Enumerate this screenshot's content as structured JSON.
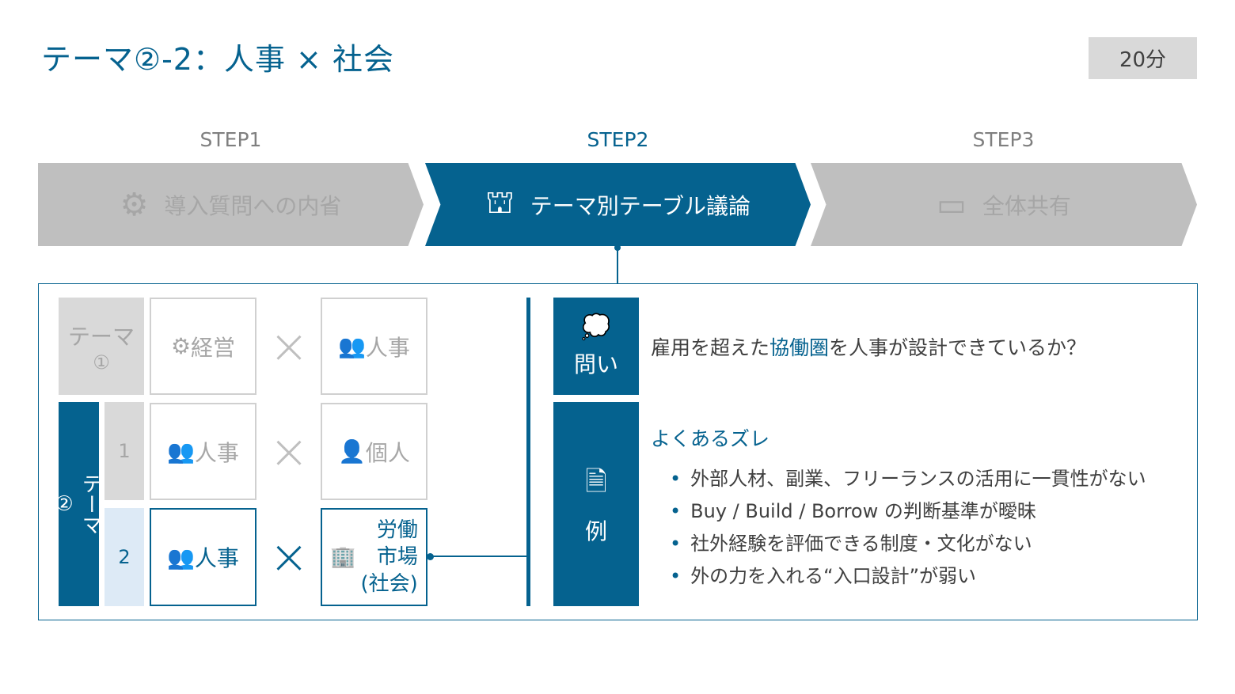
{
  "title": "テーマ②-2：人事 × 社会",
  "time_badge": "20分",
  "steps": [
    {
      "label": "STEP1",
      "text": "導入質問への内省",
      "icon": "head-gears-icon"
    },
    {
      "label": "STEP2",
      "text": "テーマ別テーブル議論",
      "icon": "table-discussion-icon"
    },
    {
      "label": "STEP3",
      "text": "全体共有",
      "icon": "presentation-icon"
    }
  ],
  "themes": {
    "theme1": {
      "label": "テーマ",
      "num": "①",
      "left": "経営",
      "right": "人事"
    },
    "theme2": {
      "label": "テーマ",
      "num": "②",
      "rows": [
        {
          "num": "1",
          "left": "人事",
          "right": "個人"
        },
        {
          "num": "2",
          "left": "人事",
          "right_lines": [
            "労働",
            "市場",
            "(社会)"
          ]
        }
      ]
    },
    "cross": "×"
  },
  "question": {
    "label": "問い",
    "pre": "雇用を超えた",
    "highlight": "協働圏",
    "post": "を人事が設計できているか？"
  },
  "example": {
    "label": "例",
    "heading": "よくあるズレ",
    "items": [
      "外部人材、副業、フリーランスの活用に一貫性がない",
      "Buy / Build / Borrow の判断基準が曖昧",
      "社外経験を評価できる制度・文化がない",
      "外の力を入れる“入口設計”が弱い"
    ]
  },
  "colors": {
    "accent": "#05628f",
    "gray": "#bfbfbf",
    "light_blue": "#ddeaf6"
  }
}
